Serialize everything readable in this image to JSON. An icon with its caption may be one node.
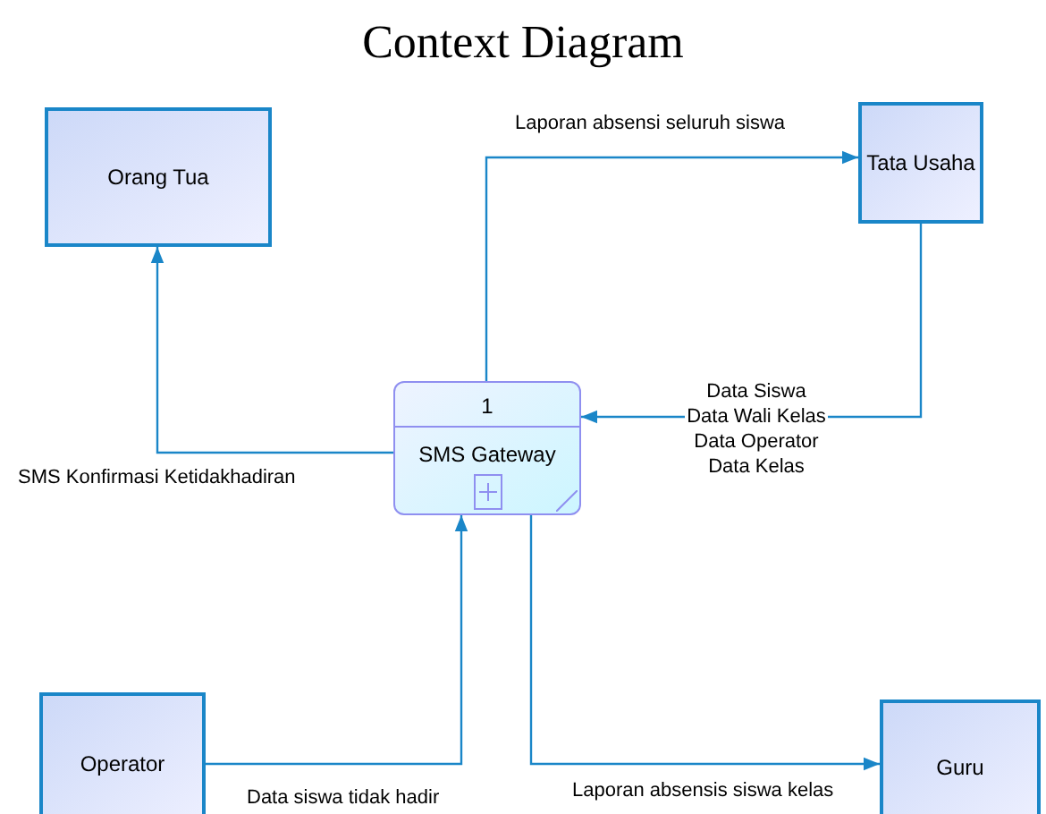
{
  "diagram": {
    "title": "Context Diagram",
    "nodes": [
      {
        "text": [
          "Orang Tua"
        ]
      },
      {
        "text": [
          "Tata Usaha"
        ]
      },
      {
        "text": [
          "1",
          "SMS Gateway"
        ]
      },
      {
        "text": [
          "Operator"
        ]
      },
      {
        "text": [
          "Guru"
        ]
      }
    ],
    "edges": [
      {
        "from": 2,
        "to": 0,
        "arrow": "to",
        "label": "SMS Konfirmasi Ketidakhadiran"
      },
      {
        "from": 2,
        "to": 1,
        "arrow": "to",
        "label": "Laporan absensi seluruh siswa"
      },
      {
        "from": 1,
        "to": 2,
        "arrow": "to",
        "label": "Data Siswa Data Wali Kelas Data Operator Data Kelas"
      },
      {
        "from": 3,
        "to": 2,
        "arrow": "to",
        "label": "Data siswa tidak hadir"
      },
      {
        "from": 2,
        "to": 4,
        "arrow": "to",
        "label": "Laporan absensis siswa kelas"
      }
    ]
  }
}
